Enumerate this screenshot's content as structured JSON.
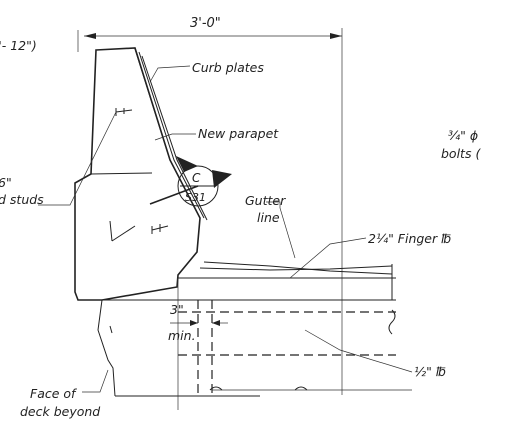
{
  "labels": {
    "dim_top": "3'-0\"",
    "left_top": "\"- 12\")",
    "curb_plates": "Curb plates",
    "new_parapet": "New parapet",
    "studs_line1": "6\"",
    "studs_line2": "d studs",
    "section_letter": "C",
    "section_sheet": "S31",
    "gutter_line1": "Gutter",
    "gutter_line2": "line",
    "finger_plate": "2¼\" Finger ℔",
    "bolts_line1": "¾\" ϕ",
    "bolts_line2": "bolts (",
    "min_line1": "3\"",
    "min_line2": "min.",
    "half_plate": "½\" ℔",
    "face_line1": "Face of",
    "face_line2": "deck beyond"
  }
}
